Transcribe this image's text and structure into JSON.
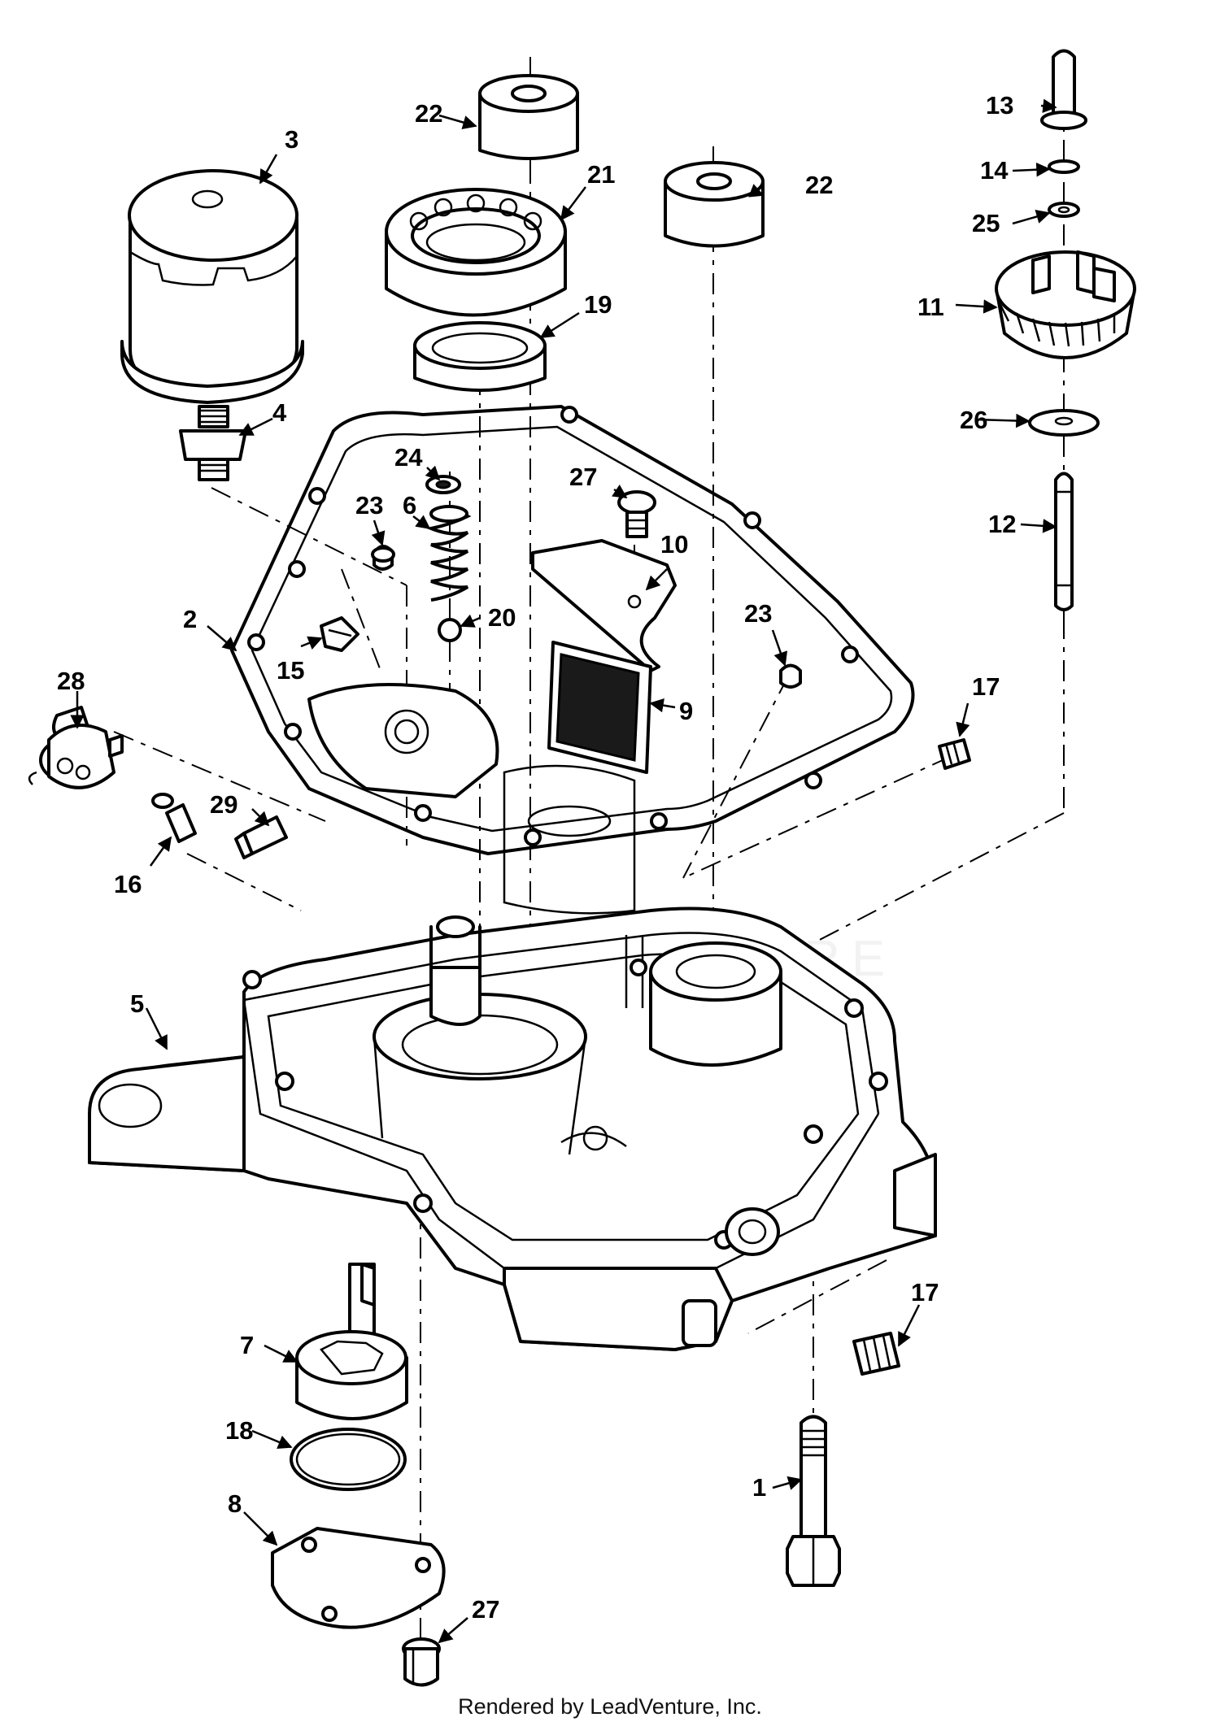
{
  "watermark": "LEADVENTURE",
  "footer": "Rendered by LeadVenture, Inc.",
  "callouts": {
    "c1": "1",
    "c2": "2",
    "c3": "3",
    "c4": "4",
    "c5": "5",
    "c6": "6",
    "c7": "7",
    "c8": "8",
    "c9": "9",
    "c10": "10",
    "c11": "11",
    "c12": "12",
    "c13": "13",
    "c14": "14",
    "c15": "15",
    "c16": "16",
    "c17a": "17",
    "c17b": "17",
    "c18": "18",
    "c19": "19",
    "c20": "20",
    "c21": "21",
    "c22a": "22",
    "c22b": "22",
    "c23a": "23",
    "c23b": "23",
    "c24": "24",
    "c25": "25",
    "c26": "26",
    "c27a": "27",
    "c27b": "27",
    "c28": "28",
    "c29": "29"
  }
}
